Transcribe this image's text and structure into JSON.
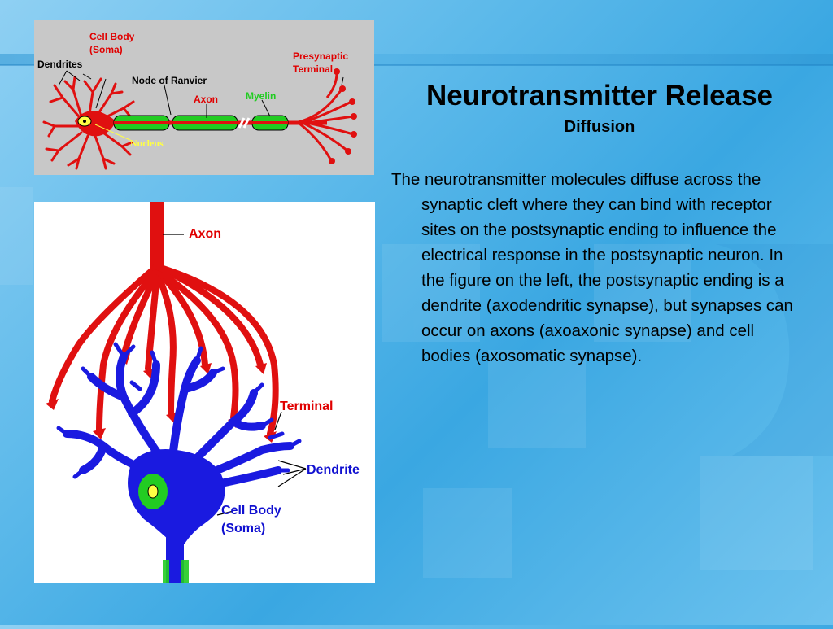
{
  "slide": {
    "title": "Neurotransmitter Release",
    "subtitle": "Diffusion",
    "body": "The neurotransmitter molecules  diffuse across the synaptic cleft where they can bind with receptor sites on the postsynaptic ending to influence the electrical response in the postsynaptic neuron. In the figure on the left, the postsynaptic ending is a dendrite (axodendritic synapse), but synapses can occur on axons (axoaxonic synapse) and cell bodies (axosomatic synapse)."
  },
  "neuron_diagram": {
    "label_cell_body": "Cell Body",
    "label_soma": "(Soma)",
    "label_dendrites": "Dendrites",
    "label_node": "Node of Ranvier",
    "label_axon": "Axon",
    "label_myelin": "Myelin",
    "label_presynaptic": "Presynaptic",
    "label_terminal": "Terminal",
    "label_nucleus": "Nucleus"
  },
  "synapse_diagram": {
    "label_axon": "Axon",
    "label_terminal": "Terminal",
    "label_dendrite": "Dendrite",
    "label_cell_body": "Cell Body",
    "label_soma": "(Soma)"
  },
  "colors": {
    "neuron_red": "#e01010",
    "myelin_green": "#22cc22",
    "dendrite_blue": "#1a1ae0",
    "label_red": "#e00000",
    "label_blue": "#1010d0",
    "nucleus_yellow": "#ffff44"
  }
}
